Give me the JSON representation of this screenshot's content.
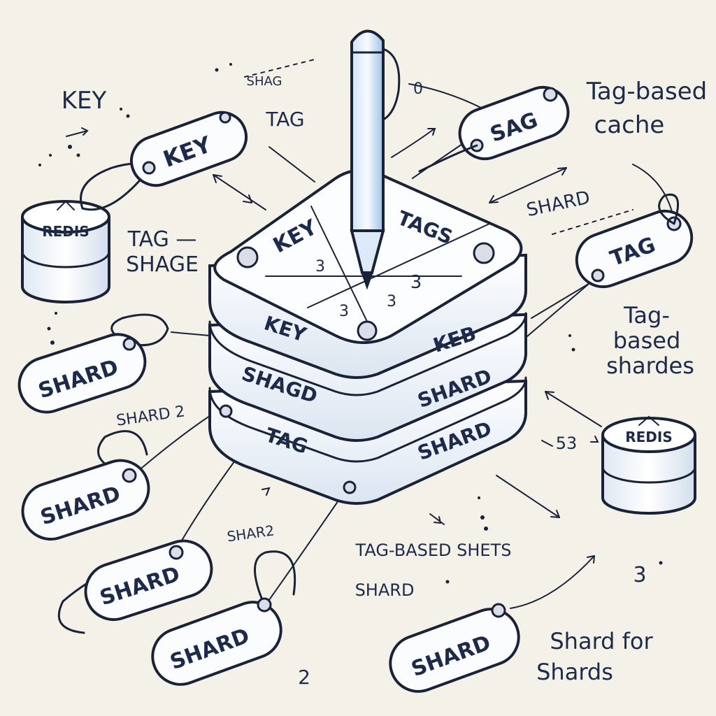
{
  "labels": {
    "key_top_left": "KEY",
    "shag_top": "SHAG",
    "tag_top": "TAG",
    "tag_based_cache_1": "Tag-based",
    "tag_based_cache_2": "cache",
    "tag_shage_1": "TAG —",
    "tag_shage_2": "SHAGE",
    "shard_mid": "SHARD",
    "tag_based_shards_1": "Tag-",
    "tag_based_shards_2": "based",
    "tag_based_shards_3": "shardes",
    "shard2_left": "SHARD 2",
    "shar2_mid": "SHAR2",
    "num_53": "53",
    "tag_based_sets": "TAG-BASED SHETS",
    "shard_bottom": "SHARD",
    "shard_for_1": "Shard for",
    "shard_for_2": "Shards",
    "num_2": "2",
    "num_3_right": "3",
    "num_0_top": "0"
  },
  "tags": {
    "key": "KEY",
    "sag": "SAG",
    "tag": "TAG",
    "shard_left": "SHARD",
    "shard_low_left": "SHARD",
    "shard_bottom_1": "SHARD",
    "shard_bottom_2": "SHARD",
    "shard_bottom_right": "SHARD"
  },
  "cylinders": {
    "left": "REDIS",
    "right": "REDIS"
  },
  "stack": {
    "top_key": "KEY",
    "top_tags": "TAGS",
    "grid_3a": "3",
    "grid_3b": "3",
    "grid_3c": "3",
    "grid_3d": "3",
    "layer1_left": "KEY",
    "layer1_right": "KEB",
    "layer2_left": "SHAGD",
    "layer2_right": "SHARD",
    "layer3_left": "TAG",
    "layer3_right": "SHARD"
  },
  "colors": {
    "background": "#f4f1e8",
    "ink": "#1a2238",
    "pen_blue": "#bcd7f2",
    "stack_light": "#e6edf6"
  }
}
